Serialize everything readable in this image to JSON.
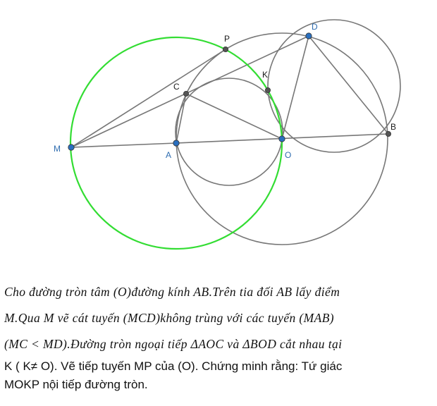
{
  "figure": {
    "points": {
      "M": "M",
      "A": "A",
      "O": "O",
      "B": "B",
      "C": "C",
      "D": "D",
      "P": "P",
      "K": "K"
    },
    "colors": {
      "main_circle": "#33dd33",
      "construction": "#777777",
      "blue_point": "#2a6fbf",
      "gray_point": "#555555"
    }
  },
  "problem": {
    "line1": "Cho đường tròn tâm (O)đường kính AB.Trên tia đối AB lấy điểm",
    "line2": " M.Qua M vẽ cát tuyến (MCD)không trùng với các tuyến (MAB)",
    "line3": "(MC < MD).Đường tròn ngoại tiếp ΔAOC và ΔBOD cắt nhau tại",
    "line4": "K ( K≠ O). Vẽ tiếp tuyến MP của (O). Chứng minh rằng: Tứ giác",
    "line5": "MOKP nội tiếp đường tròn."
  }
}
